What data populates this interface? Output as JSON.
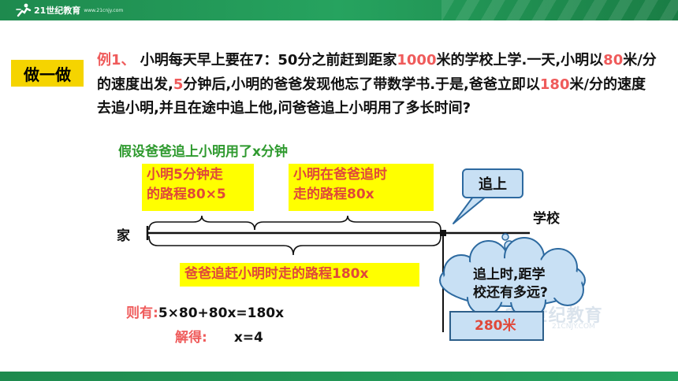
{
  "header": {
    "logo_text": "21世纪教育",
    "logo_sub": "www.21cnjy.com"
  },
  "watermark": {
    "text": "21世纪教育",
    "sub": "21CNJY.COM"
  },
  "section_label": "做一做",
  "problem": {
    "prefix": "例1、",
    "t1": " 小明每天早上要在7：50分之前赶到距家",
    "n1": "1000",
    "t2": "米的学校上学.一天,小明以",
    "n2": "80",
    "t3": "米/分的速度出发,",
    "n3": "5",
    "t4": "分钟后,小明的爸爸发现他忘了带数学书.于是,爸爸立即以",
    "n4": "180",
    "t5": "米/分的速度去追小明,并且在途中追上他,问爸爸追上小明用了多长时间?"
  },
  "assumption": "假设爸爸追上小明用了x分钟",
  "boxes": {
    "b1_line1": "小明5分钟走",
    "b1_line2": "的路程80×5",
    "b2_line1": "小明在爸爸追时",
    "b2_line2": "走的路程80x",
    "b3": "爸爸追赶小明时走的路程180x"
  },
  "labels": {
    "home": "家",
    "school": "学校",
    "catch_up": "追上"
  },
  "cloud": {
    "line1": "追上时,距学",
    "line2": "校还有多远?"
  },
  "answer": "280米",
  "solution": {
    "equation_label": "则有:",
    "equation": "5×80+80x=180x",
    "solve_label": "解得:",
    "result": "x=4"
  },
  "colors": {
    "green": "#26a35f",
    "yellow": "#ffff00",
    "red": "#ef5b5b",
    "light_blue": "#c8e0f4",
    "border_blue": "#2d6aa0"
  }
}
